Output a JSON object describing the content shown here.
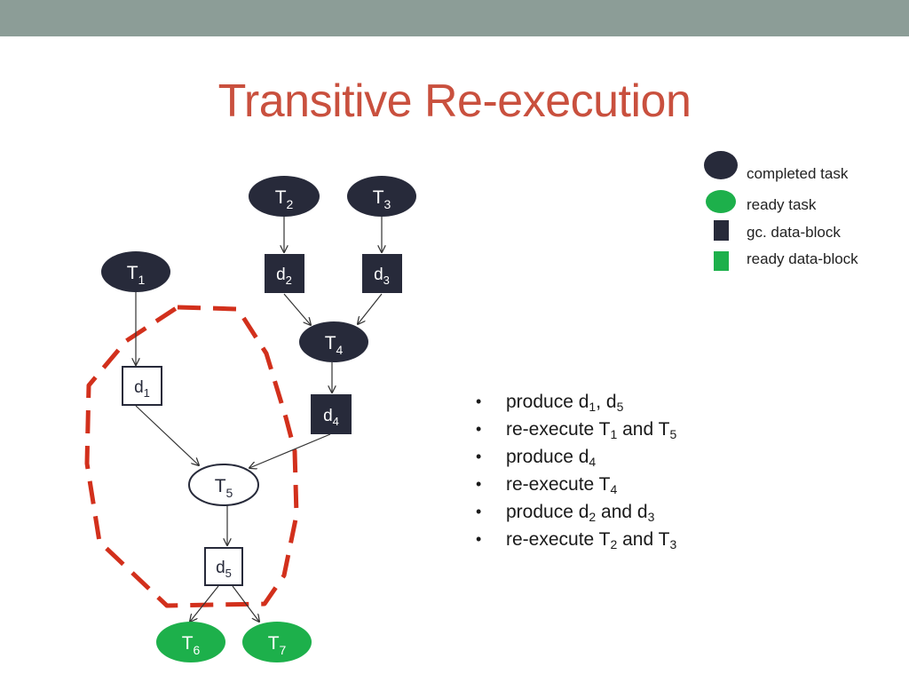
{
  "title": "Transitive Re-execution",
  "colors": {
    "completed": "#272a3a",
    "ready": "#1db04b",
    "dashed_region": "#d2301c",
    "title": "#c9503e"
  },
  "legend": [
    {
      "label": "completed task",
      "icon": "dark-ellipse-icon"
    },
    {
      "label": "ready task",
      "icon": "green-ellipse-icon"
    },
    {
      "label": "gc. data-block",
      "icon": "dark-square-icon"
    },
    {
      "label": "ready data-block",
      "icon": "green-square-icon"
    }
  ],
  "nodes": {
    "T1": {
      "base": "T",
      "sub": "1"
    },
    "T2": {
      "base": "T",
      "sub": "2"
    },
    "T3": {
      "base": "T",
      "sub": "3"
    },
    "T4": {
      "base": "T",
      "sub": "4"
    },
    "T5": {
      "base": "T",
      "sub": "5"
    },
    "T6": {
      "base": "T",
      "sub": "6"
    },
    "T7": {
      "base": "T",
      "sub": "7"
    },
    "d1": {
      "base": "d",
      "sub": "1"
    },
    "d2": {
      "base": "d",
      "sub": "2"
    },
    "d3": {
      "base": "d",
      "sub": "3"
    },
    "d4": {
      "base": "d",
      "sub": "4"
    },
    "d5": {
      "base": "d",
      "sub": "5"
    }
  },
  "bullets": [
    [
      {
        "text": "produce d"
      },
      {
        "sub": "1"
      },
      {
        "text": ", d"
      },
      {
        "sub": "5"
      }
    ],
    [
      {
        "text": "re-execute T"
      },
      {
        "sub": "1"
      },
      {
        "text": " and T"
      },
      {
        "sub": "5"
      }
    ],
    [
      {
        "text": "produce d"
      },
      {
        "sub": "4"
      }
    ],
    [
      {
        "text": "re-execute T"
      },
      {
        "sub": "4"
      }
    ],
    [
      {
        "text": "produce d"
      },
      {
        "sub": "2"
      },
      {
        "text": " and d"
      },
      {
        "sub": "3"
      }
    ],
    [
      {
        "text": "re-execute T"
      },
      {
        "sub": "2"
      },
      {
        "text": " and T"
      },
      {
        "sub": "3"
      }
    ]
  ]
}
